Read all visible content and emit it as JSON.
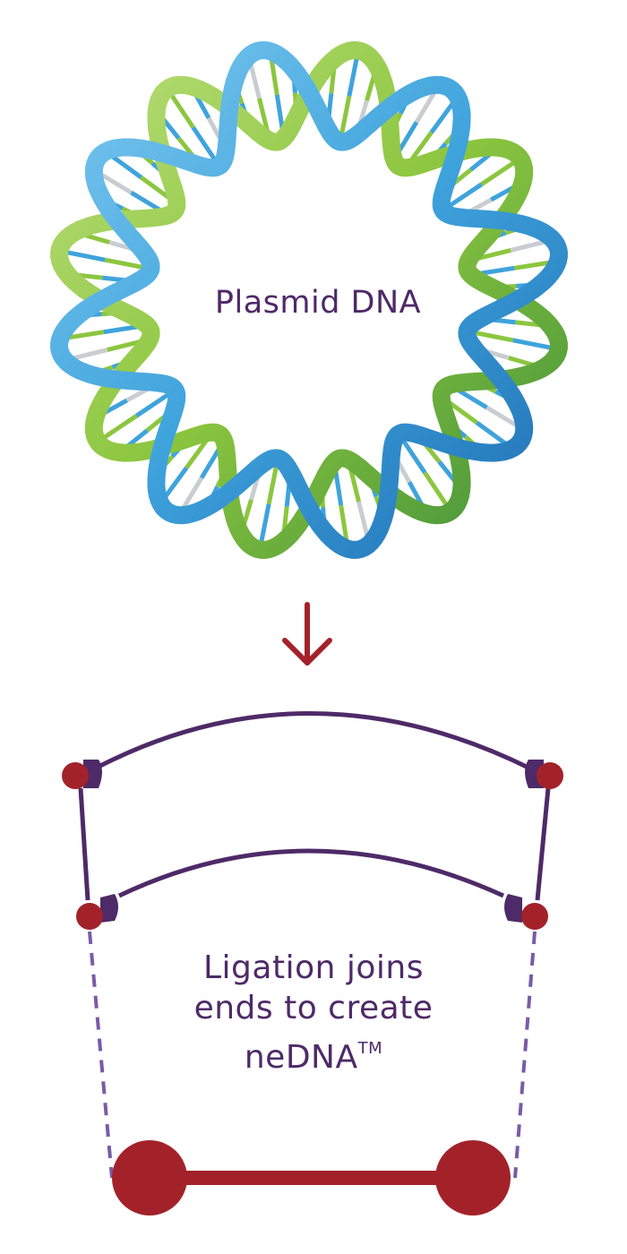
{
  "plasmid": {
    "label": "Plasmid DNA"
  },
  "process": {
    "arrow_icon": "arrow-down-icon",
    "label_lines": [
      "Ligation joins",
      "ends to create",
      "neDNA"
    ],
    "trademark": "TM"
  },
  "colors": {
    "strand_blue": "#3fa3dc",
    "strand_blue_dark": "#1f6fb4",
    "strand_green": "#8cc63f",
    "strand_green_dark": "#3f8f3a",
    "rung_gray": "#c9cdd2",
    "text_purple": "#4e2a68",
    "line_purple": "#4e2a68",
    "dash_purple": "#7a5ba6",
    "end_red": "#a3222a",
    "arrow_red": "#a3222a"
  }
}
